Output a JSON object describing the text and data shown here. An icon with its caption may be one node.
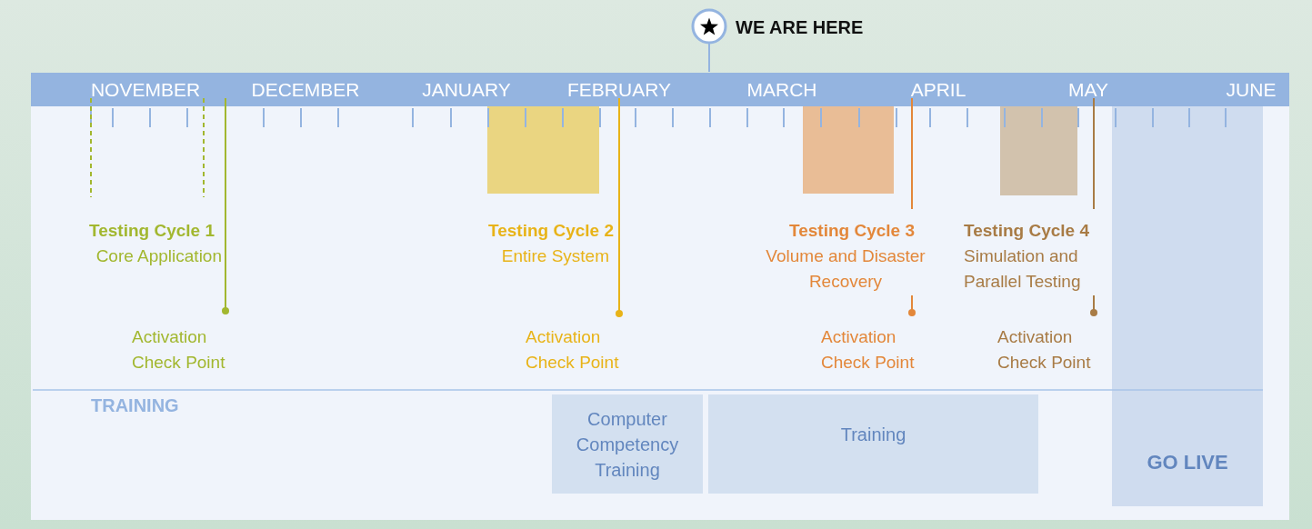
{
  "diagram": {
    "nodes": [
      {
        "text": [
          "Computer Competency Training"
        ]
      },
      {
        "text": [
          "Training"
        ]
      },
      {
        "text": [
          "GO LIVE"
        ]
      }
    ],
    "labels": [
      "WE ARE HERE",
      "NOVEMBER",
      "DECEMBER",
      "JANUARY",
      "FEBRUARY",
      "MARCH",
      "APRIL",
      "MAY",
      "JUNE",
      "Testing Cycle 1",
      "Core Application",
      "Testing Cycle 2",
      "Entire System",
      "Testing Cycle 3",
      "Volume and Disaster Recovery",
      "Testing Cycle 4",
      "Simulation and Parallel Testing",
      "Activation Check Point",
      "Activation Check Point",
      "Activation Check Point",
      "Activation Check Point",
      "TRAINING"
    ]
  }
}
